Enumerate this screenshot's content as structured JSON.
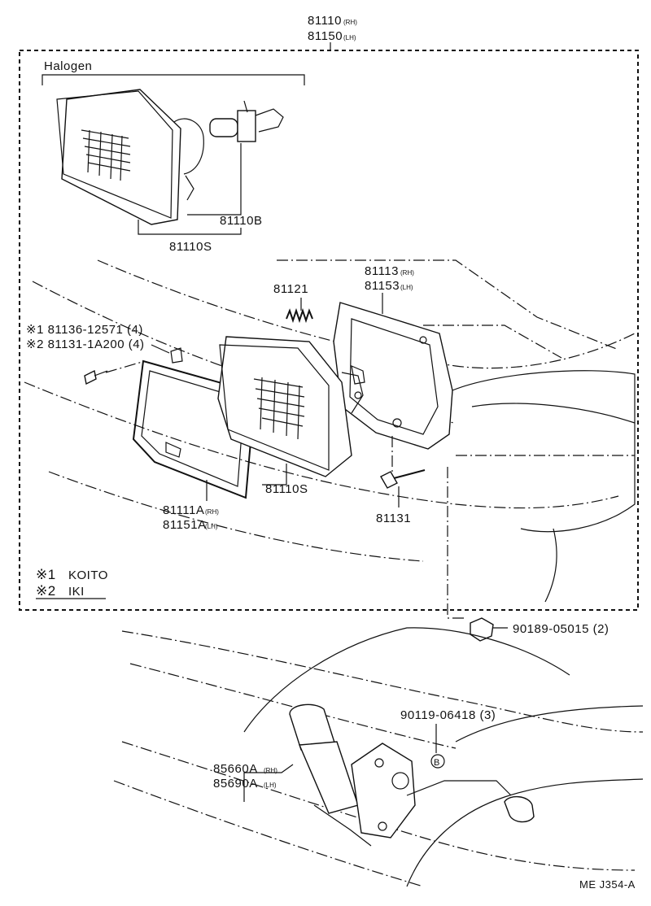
{
  "labels": {
    "assy_rh": "81110",
    "assy_rh_side": "(RH)",
    "assy_lh": "81150",
    "assy_lh_side": "(LH)",
    "halogen": "Halogen",
    "unit_81110b": "81110B",
    "unit_81110s_top": "81110S",
    "housing_rh": "81113",
    "housing_rh_side": "(RH)",
    "housing_lh": "81153",
    "housing_lh_side": "(LH)",
    "spring": "81121",
    "screw_1": "※1  81136-12571  (4)",
    "screw_2": "※2  81131-1A200  (4)",
    "unit_81110s_mid": "81110S",
    "bezel_rh": "81111A",
    "bezel_rh_side": "(RH)",
    "bezel_lh": "81151A",
    "bezel_lh_side": "(LH)",
    "bolt": "81131",
    "note_1_mark": "※1",
    "note_1_text": "KOITO",
    "note_2_mark": "※2",
    "note_2_text": "IKI",
    "nut": "90189-05015  (2)",
    "bolt_b": "90119-06418  (3)",
    "callout_b": "B",
    "motor_rh": "85660A",
    "motor_rh_side": "(RH)",
    "motor_lh": "85690A",
    "motor_lh_side": "(LH)",
    "figure_code": "ME J354-A"
  }
}
